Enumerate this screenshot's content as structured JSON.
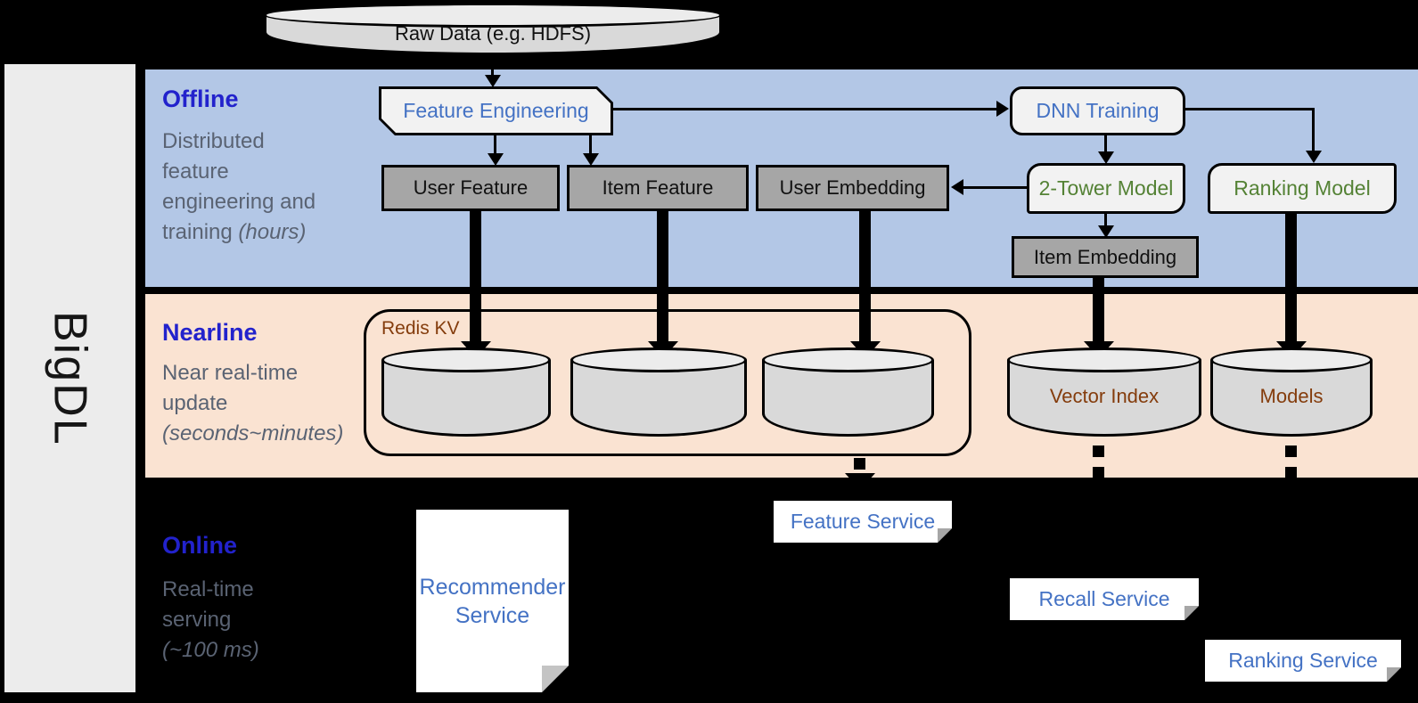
{
  "brand": {
    "name": "BigDL"
  },
  "raw_data": {
    "label": "Raw Data (e.g. HDFS)"
  },
  "offline": {
    "title": "Offline",
    "desc_lines": [
      "Distributed",
      "feature",
      "engineering and"
    ],
    "desc_tail": "training ",
    "desc_tail_italic": "(hours)",
    "nodes": {
      "feature_engineering": "Feature Engineering",
      "dnn_training": "DNN Training",
      "user_feature": "User Feature",
      "item_feature": "Item Feature",
      "user_embedding": "User Embedding",
      "two_tower_model": "2-Tower Model",
      "ranking_model": "Ranking Model",
      "item_embedding": "Item Embedding"
    }
  },
  "nearline": {
    "title": "Nearline",
    "desc_lines": [
      "Near real-time",
      "update"
    ],
    "desc_italic": "(seconds~minutes)",
    "nodes": {
      "redis_kv": "Redis KV",
      "vector_index": "Vector Index",
      "models": "Models"
    }
  },
  "online": {
    "title": "Online",
    "desc_lines": [
      "Real-time",
      "serving"
    ],
    "desc_italic": "(~100 ms)",
    "nodes": {
      "recommender_service": "Recommender Service",
      "feature_service": "Feature Service",
      "recall_service": "Recall Service",
      "ranking_service": "Ranking Service"
    }
  },
  "colors": {
    "offline_band": "#b3c7e6",
    "nearline_band": "#fae3d2",
    "online_band": "#000000",
    "section_title_blue": "#2222cc",
    "node_text_blue": "#4472c4",
    "node_text_green": "#548235",
    "node_text_brown": "#843c0c",
    "desc_gray": "#5a6373",
    "gray_box": "#a6a6a6",
    "light_box": "#f2f2f2",
    "cylinder_body": "#d9d9d9"
  }
}
